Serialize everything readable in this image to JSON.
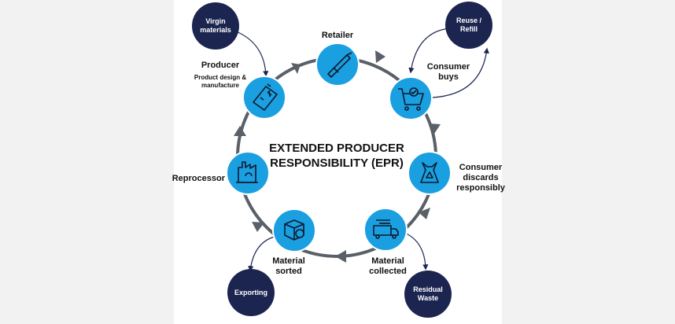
{
  "title_lines": [
    "EXTENDED PRODUCER",
    "RESPONSIBILITY (EPR)"
  ],
  "stages": {
    "retailer": "Retailer",
    "consumer_buys": [
      "Consumer",
      "buys"
    ],
    "consumer_discards": [
      "Consumer",
      "discards",
      "responsibly"
    ],
    "material_collected": [
      "Material",
      "collected"
    ],
    "material_sorted": [
      "Material",
      "sorted"
    ],
    "reprocessor": "Reprocessor",
    "producer": "Producer",
    "producer_sub": [
      "Product design &",
      "manufacture"
    ]
  },
  "outer_nodes": {
    "virgin_materials": [
      "Virgin",
      "materials"
    ],
    "reuse_refill": [
      "Reuse /",
      "Refill"
    ],
    "residual_waste": [
      "Residual",
      "Waste"
    ],
    "exporting": "Exporting"
  },
  "colors": {
    "stage_fill": "#1a9fe0",
    "outer_fill": "#1c2550",
    "cycle_line": "#5a6068",
    "background": "#f2f2f2"
  },
  "icons": [
    "bottle-icon",
    "cart-icon",
    "recycle-bag-icon",
    "truck-icon",
    "box-recycle-icon",
    "factory-icon",
    "battery-icon"
  ]
}
